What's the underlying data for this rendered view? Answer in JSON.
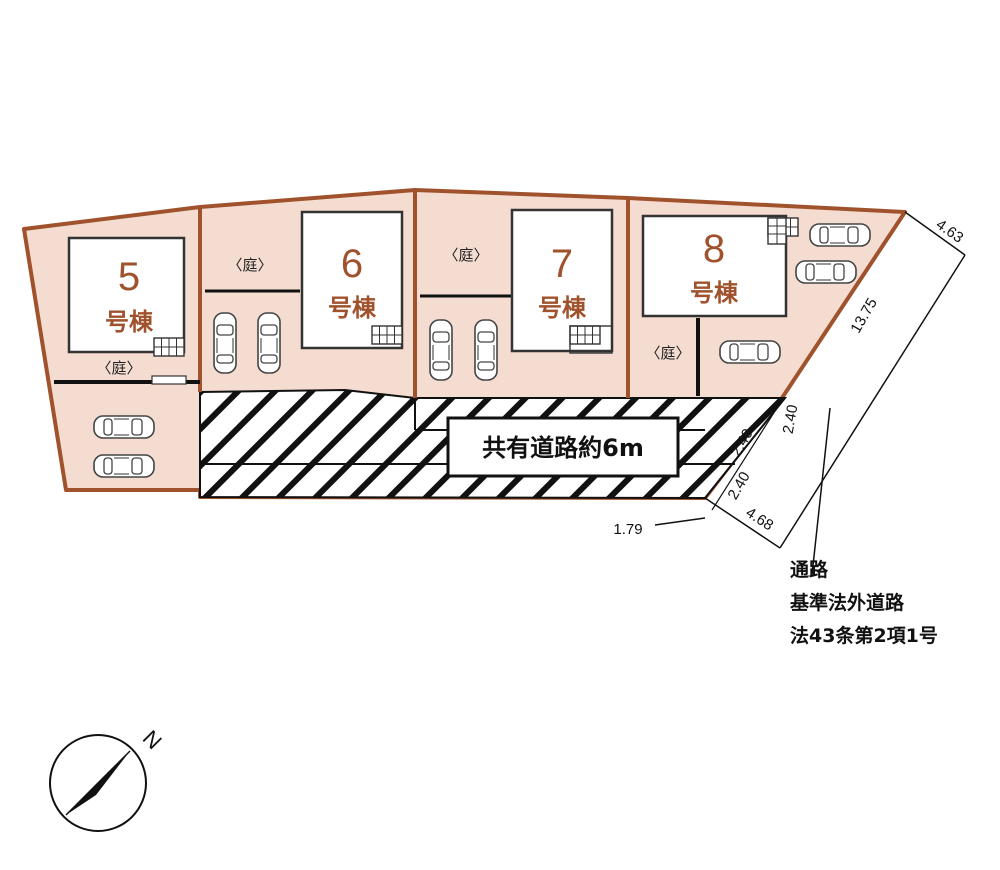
{
  "lots": [
    {
      "id": "5",
      "number": "5",
      "label": "号棟",
      "garden": "〈庭〉"
    },
    {
      "id": "6",
      "number": "6",
      "label": "号棟",
      "garden": "〈庭〉"
    },
    {
      "id": "7",
      "number": "7",
      "label": "号棟",
      "garden": "〈庭〉"
    },
    {
      "id": "8",
      "number": "8",
      "label": "号棟",
      "garden": "〈庭〉"
    }
  ],
  "shared_road": {
    "label": "共有道路約6m"
  },
  "dimensions": {
    "d1": "4.63",
    "d2": "13.75",
    "d3": "2.40",
    "d4": "2.40",
    "d5": "2.40",
    "d6": "4.68",
    "d7": "1.79"
  },
  "road_note": {
    "line1": "通路",
    "line2": "基準法外道路",
    "line3": "法43条第2項1号"
  },
  "compass": {
    "label": "N"
  },
  "colors": {
    "lot_fill": "#f4ddd0",
    "lot_border": "#a0522d",
    "lot_number": "#a0522d"
  }
}
